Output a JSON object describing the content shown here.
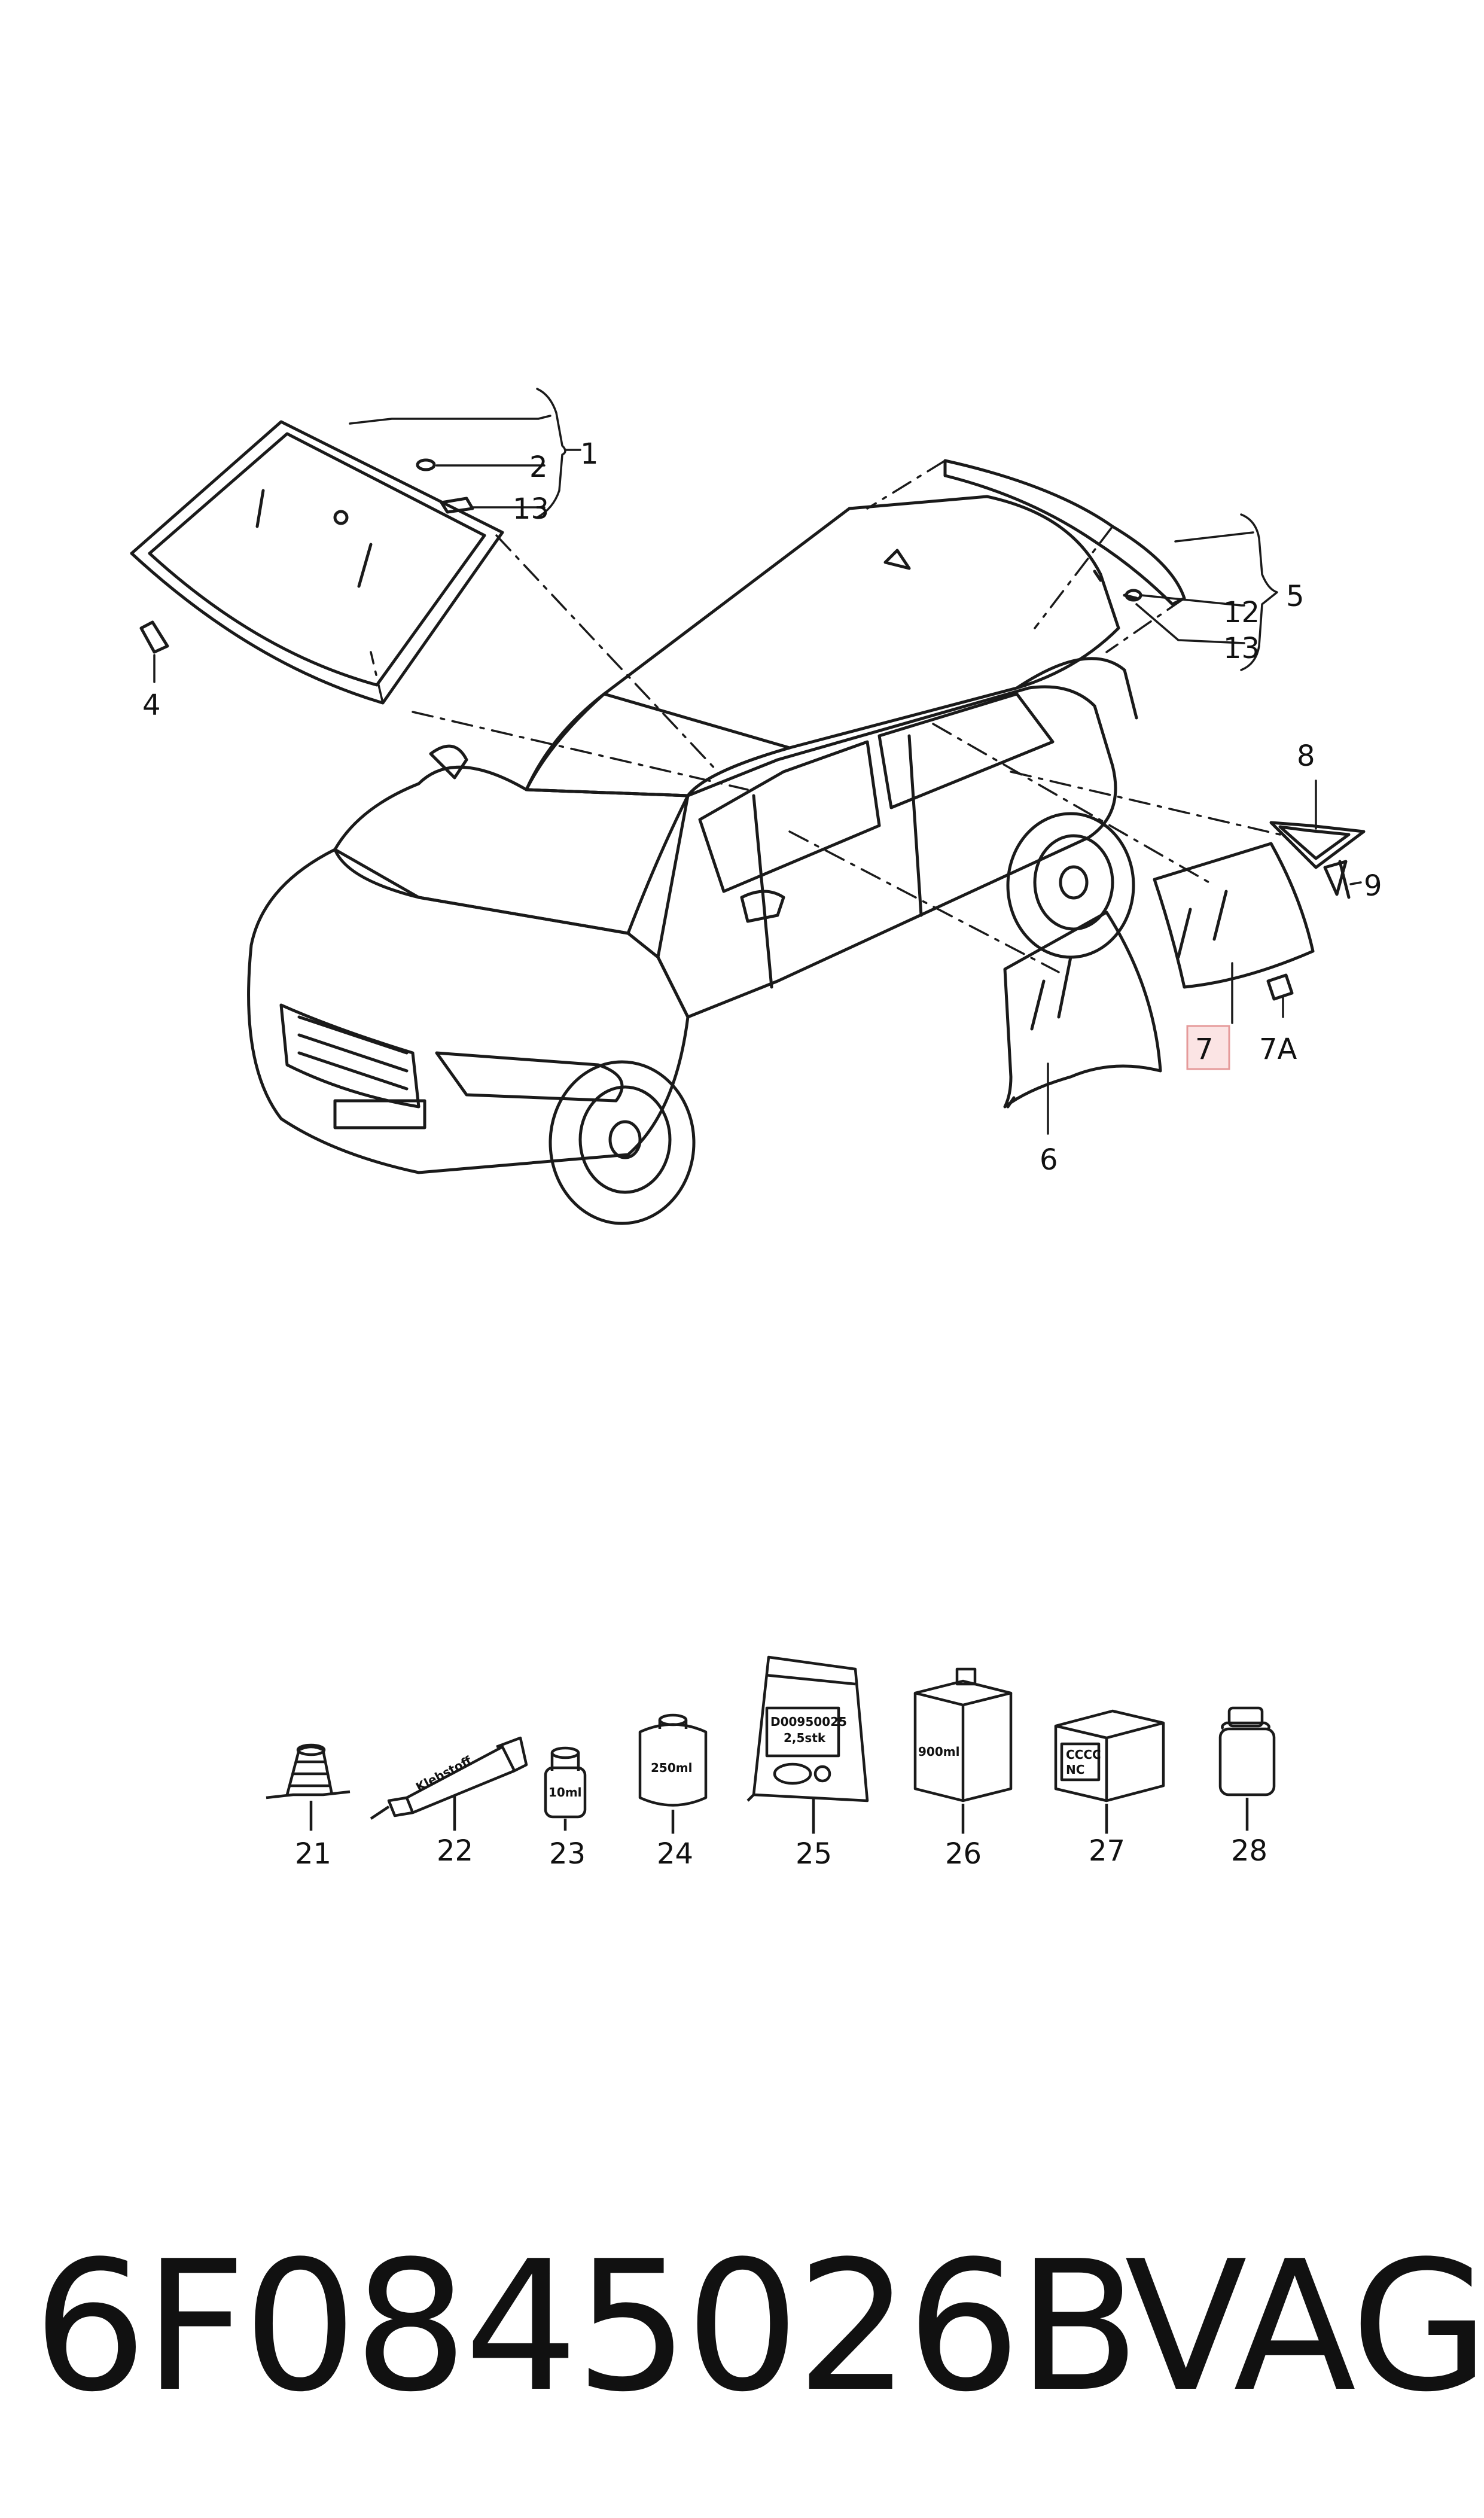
{
  "callouts": {
    "c1": "1",
    "c2": "2",
    "c13a": "13",
    "c4": "4",
    "c5": "5",
    "c12": "12",
    "c13b": "13",
    "c8": "8",
    "c9": "9",
    "c6": "6",
    "c7": "7",
    "c7a": "7A",
    "c21": "21",
    "c22": "22",
    "c23": "23",
    "c24": "24",
    "c25": "25",
    "c26": "26",
    "c27": "27",
    "c28": "28"
  },
  "product_labels": {
    "tube": "Klebstoff",
    "bottle_small": "10ml",
    "can": "250ml",
    "bag_line1": "D00950025",
    "bag_line2": "2,5stk",
    "box_large": "900ml",
    "box_small_line1": "CCCC",
    "box_small_line2": "NC"
  },
  "highlight_color": "#f3b7b7",
  "footer": {
    "part_number": "6F0845026B",
    "brand": "VAG"
  }
}
